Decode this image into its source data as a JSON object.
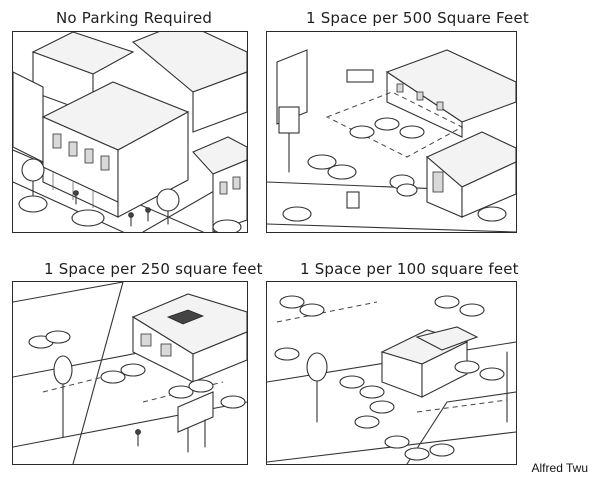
{
  "panels": [
    {
      "title": "No Parking Required"
    },
    {
      "title": "1 Space per 500 Square Feet"
    },
    {
      "title": "1 Space per 250 square feet"
    },
    {
      "title": "1 Space per 100 square feet"
    }
  ],
  "credit": "Alfred Twu"
}
